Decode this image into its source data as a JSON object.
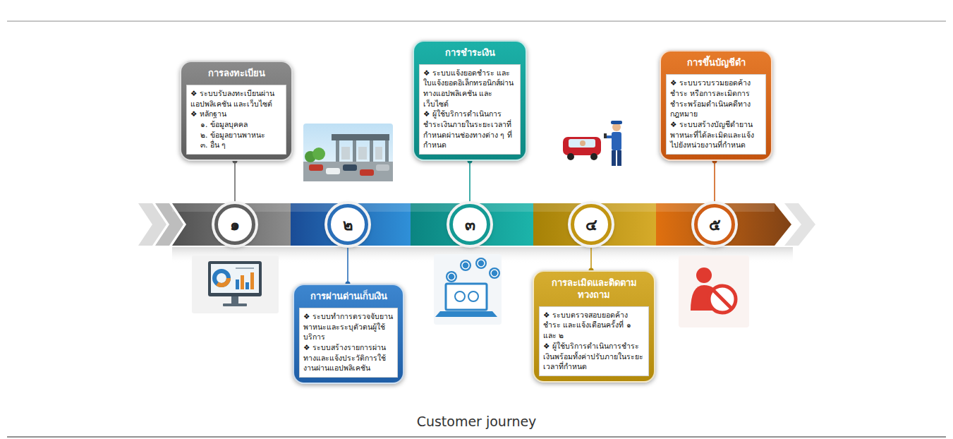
{
  "diagram": {
    "caption": "Customer journey",
    "nodes": [
      {
        "text": [
          "การลงทะเบียน",
          "❖ ระบบรับลงทะเบียนผ่านแอปพลิเคชัน และเว็บไซต์",
          "❖ หลักฐาน",
          "๑. ข้อมูลบุคคล",
          "๒. ข้อมูลยานพาหนะ",
          "๓. อื่น ๆ"
        ]
      },
      {
        "text": [
          "๑"
        ]
      },
      {
        "text": [
          "๒"
        ]
      },
      {
        "text": [
          "การผ่านด่านเก็บเงิน",
          "❖ ระบบทำการตรวจจับยานพาหนะและระบุตัวตนผู้ใช้บริการ",
          "❖ ระบบสร้างรายการผ่านทางและแจ้งประวัติการใช้งานผ่านแอปพลิเคชัน"
        ]
      },
      {
        "text": [
          "การชำระเงิน",
          "❖ ระบบแจ้งยอดชำระ และใบแจ้งยอดอิเล็กทรอนิกส์ผ่านทางแอปพลิเคชัน และเว็บไซต์",
          "❖ ผู้ใช้บริการดำเนินการชำระเงินภายในระยะเวลาที่กำหนดผ่านช่องทางต่าง ๆ ที่กำหนด"
        ]
      },
      {
        "text": [
          "๓"
        ]
      },
      {
        "text": [
          "๔"
        ]
      },
      {
        "text": [
          "การละเมิดและติดตามทวงถาม",
          "❖ ระบบตรวจสอบยอดค้างชำระ และแจ้งเตือนครั้งที่ ๑ และ ๒",
          "❖ ผู้ใช้บริการดำเนินการชำระเงินพร้อมทั้งค่าปรับภายในระยะเวลาที่กำหนด"
        ]
      },
      {
        "text": [
          "การขึ้นบัญชีดำ",
          "❖ ระบบรวบรวมยอดค้างชำระ หรือการละเมิดการชำระพร้อมดำเนินคดีทางกฎหมาย",
          "❖ ระบบสร้างบัญชีดำยานพาหนะที่ได้ละเมิดและแจ้งไปยังหน่วยงานที่กำหนด"
        ]
      },
      {
        "text": [
          "๕"
        ]
      }
    ],
    "edges": [
      {
        "from": 0,
        "to": 1,
        "arrow": "none"
      },
      {
        "from": 3,
        "to": 2,
        "arrow": "none"
      },
      {
        "from": 4,
        "to": 5,
        "arrow": "none"
      },
      {
        "from": 7,
        "to": 6,
        "arrow": "none"
      },
      {
        "from": 8,
        "to": 9,
        "arrow": "none"
      }
    ]
  }
}
